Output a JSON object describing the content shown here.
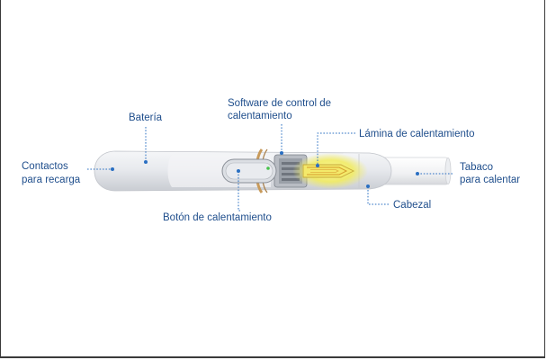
{
  "labels": {
    "contacts_line1": "Contactos",
    "contacts_line2": "para recarga",
    "battery": "Batería",
    "software_line1": "Software de control de",
    "software_line2": "calentamiento",
    "blade": "Lámina de calentamiento",
    "tobacco_line1": "Tabaco",
    "tobacco_line2": "para calentar",
    "head": "Cabezal",
    "button": "Botón de calentamiento"
  },
  "colors": {
    "label_text": "#1f4e8c",
    "leader": "#2a6fc2",
    "device_body": "#e6e8ec",
    "blade_glow": "#f2ec5a",
    "ring": "#c89a5a"
  }
}
